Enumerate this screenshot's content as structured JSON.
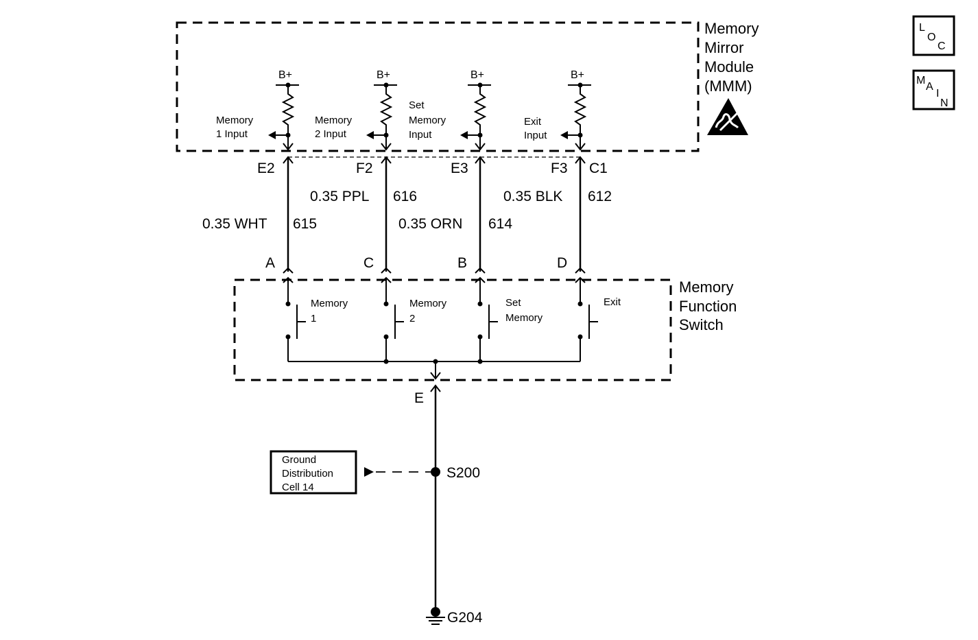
{
  "modules": {
    "mirror_module": {
      "line1": "Memory",
      "line2": "Mirror",
      "line3": "Module",
      "line4": "(MMM)"
    },
    "function_switch": {
      "line1": "Memory",
      "line2": "Function",
      "line3": "Switch"
    }
  },
  "power_label": "B+",
  "inputs": [
    {
      "line1": "Memory",
      "line2": "1 Input"
    },
    {
      "line1": "Memory",
      "line2": "2 Input"
    },
    {
      "line1": "Set",
      "line2": "Memory",
      "line3": "Input"
    },
    {
      "line1": "Exit",
      "line2": "Input"
    }
  ],
  "module_pins": [
    "E2",
    "F2",
    "E3",
    "F3",
    "C1"
  ],
  "wires": [
    {
      "gauge_color": "0.35 WHT",
      "circuit": "615"
    },
    {
      "gauge_color": "0.35 PPL",
      "circuit": "616"
    },
    {
      "gauge_color": "0.35 ORN",
      "circuit": "614"
    },
    {
      "gauge_color": "0.35 BLK",
      "circuit": "612"
    }
  ],
  "switch_pins": [
    "A",
    "C",
    "B",
    "D"
  ],
  "switches": [
    {
      "line1": "Memory",
      "line2": "1"
    },
    {
      "line1": "Memory",
      "line2": "2"
    },
    {
      "line1": "Set",
      "line2": "Memory"
    },
    {
      "line1": "Exit"
    }
  ],
  "ground_pin": "E",
  "splice": "S200",
  "ground_point": "G204",
  "reference_box": {
    "line1": "Ground",
    "line2": "Distribution",
    "line3": "Cell 14"
  },
  "nav": {
    "loc": {
      "l1": "L",
      "l2": "O",
      "l3": "C"
    },
    "main": {
      "l1": "M",
      "l2": "A",
      "l3": "I",
      "l4": "N"
    }
  }
}
